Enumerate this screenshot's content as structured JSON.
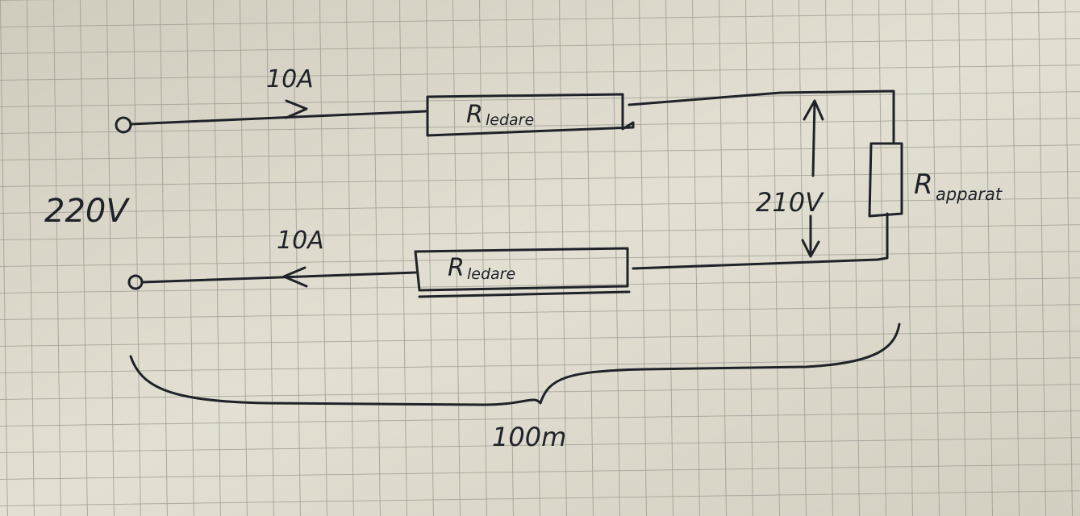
{
  "diagram": {
    "source_voltage": "220V",
    "current_top": "10A",
    "current_bottom": "10A",
    "resistor_top": {
      "symbol": "R",
      "subscript": "ledare"
    },
    "resistor_bottom": {
      "symbol": "R",
      "subscript": "ledare"
    },
    "load": {
      "symbol": "R",
      "subscript": "apparat"
    },
    "load_voltage": "210V",
    "length": "100m"
  },
  "colors": {
    "paper": "#d9d6c8",
    "grid": "#9c9a92",
    "ink": "#1f2228"
  }
}
